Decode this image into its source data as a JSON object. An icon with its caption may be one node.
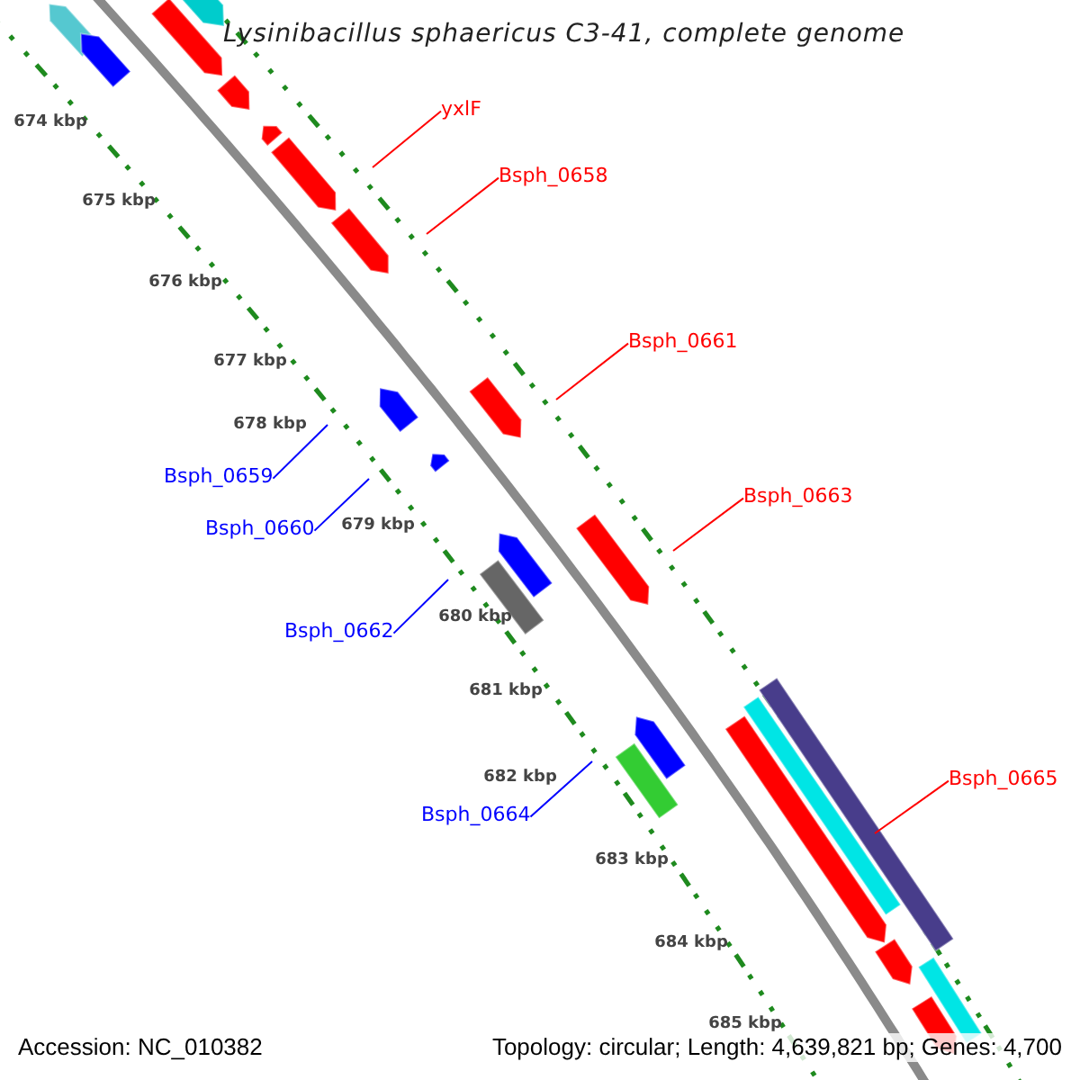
{
  "diagram": {
    "title": "Lysinibacillus sphaericus C3-41, complete genome",
    "nodes": [
      {
        "text": [
          "yxlF"
        ]
      },
      {
        "text": [
          "Bsph_0658"
        ]
      },
      {
        "text": [
          "Bsph_0661"
        ]
      },
      {
        "text": [
          "Bsph_0663"
        ]
      },
      {
        "text": [
          "Bsph_0665"
        ]
      },
      {
        "text": [
          "Bsph_0659"
        ]
      },
      {
        "text": [
          "Bsph_0660"
        ]
      },
      {
        "text": [
          "Bsph_0662"
        ]
      },
      {
        "text": [
          "Bsph_0664"
        ]
      }
    ],
    "edges": [
      {
        "from": 0,
        "to": null,
        "arrow": "none"
      },
      {
        "from": 1,
        "to": null,
        "arrow": "none"
      },
      {
        "from": 2,
        "to": null,
        "arrow": "none"
      },
      {
        "from": 3,
        "to": null,
        "arrow": "none"
      },
      {
        "from": 4,
        "to": null,
        "arrow": "none"
      },
      {
        "from": 5,
        "to": null,
        "arrow": "none",
        "color": "#0000ff"
      },
      {
        "from": 6,
        "to": null,
        "arrow": "none",
        "color": "#0000ff"
      },
      {
        "from": 7,
        "to": null,
        "arrow": "none",
        "color": "#0000ff"
      },
      {
        "from": 8,
        "to": null,
        "arrow": "none",
        "color": "#0000ff"
      }
    ],
    "labels": [
      "674 kbp",
      "675 kbp",
      "676 kbp",
      "677 kbp",
      "678 kbp",
      "679 kbp",
      "680 kbp",
      "681 kbp",
      "682 kbp",
      "683 kbp",
      "684 kbp",
      "685 kbp",
      "Accession: NC_010382",
      "Topology: circular; Length: 4,639,821 bp; Genes: 4,700"
    ]
  }
}
